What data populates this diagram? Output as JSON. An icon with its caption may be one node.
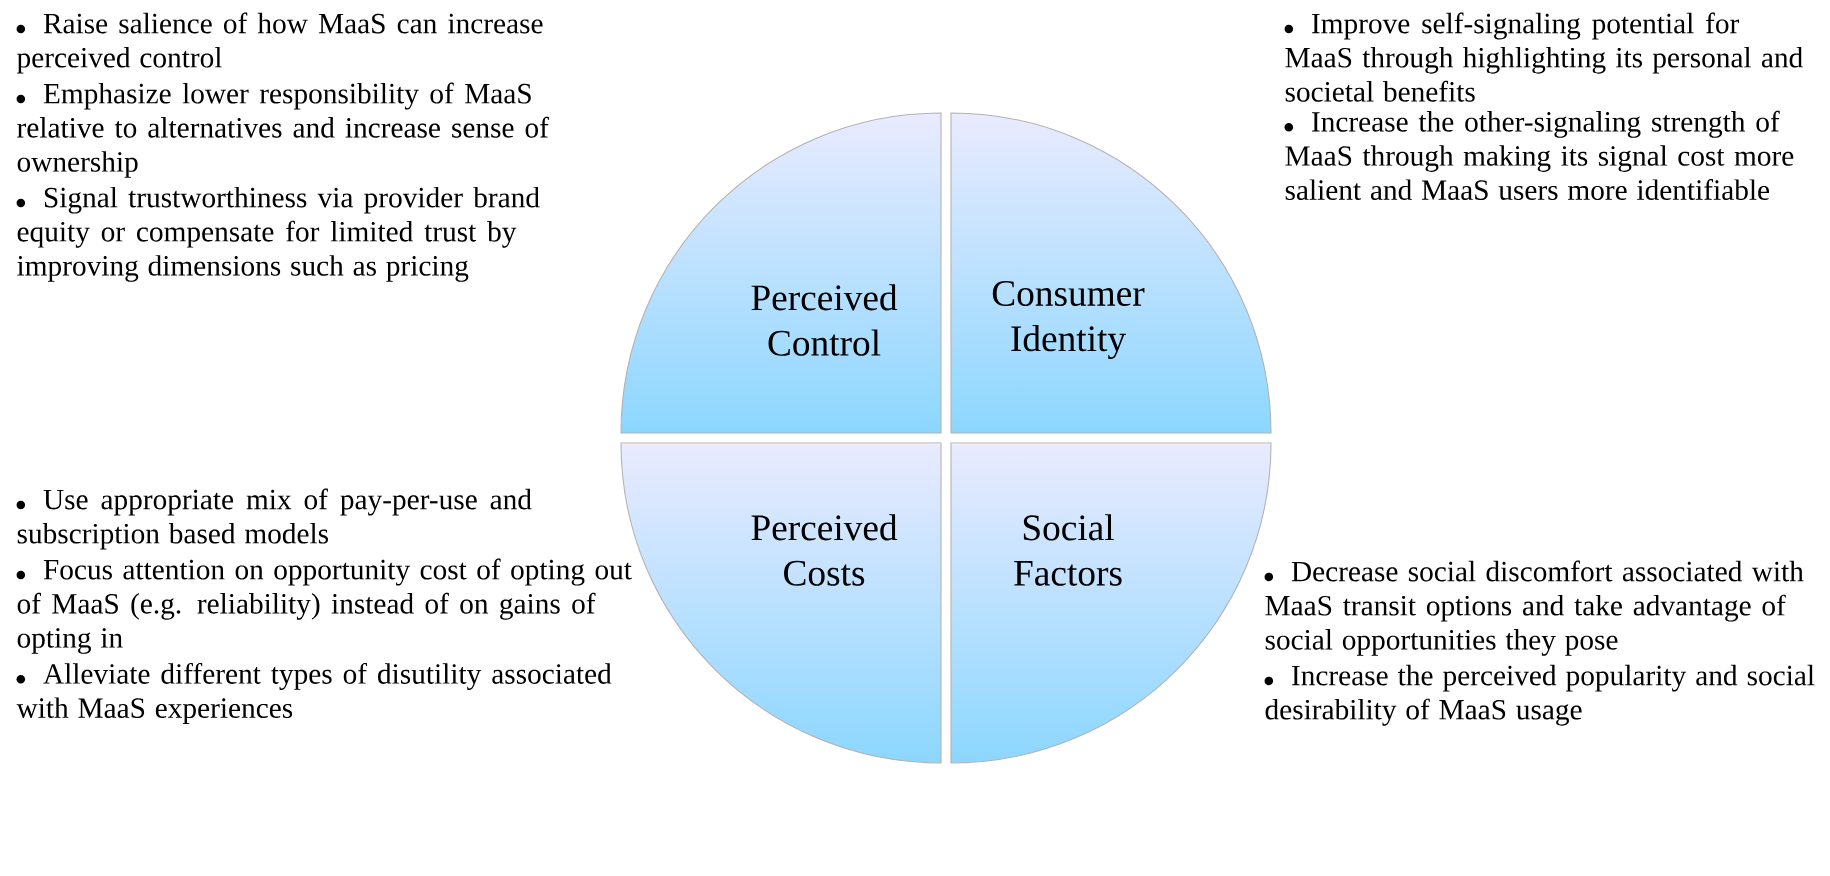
{
  "diagram": {
    "nodes": [
      {
        "text": [
          "Perceived Control"
        ],
        "beside": [
          "Raise salience of how MaaS can increase perceived control",
          "Emphasize lower responsibility of MaaS relative to alternatives and increase sense of ownership",
          "Signal trustworthiness via provider brand equity or compensate for limited trust by improving dimensions such as pricing"
        ]
      },
      {
        "text": [
          "Consumer Identity"
        ],
        "beside": [
          "Improve self-signaling potential for MaaS through highlighting its personal and societal benefits",
          "Increase the other-signaling strength of MaaS through making its signal cost more salient and MaaS users more identifiable"
        ]
      },
      {
        "text": [
          "Perceived Costs"
        ],
        "beside": [
          "Use appropriate mix of pay-per-use and subscription based models",
          "Focus attention on opportunity cost of opting out of MaaS (e.g. reliability) instead of on gains of opting in",
          "Alleviate different types of disutility associated with MaaS experiences"
        ]
      },
      {
        "text": [
          "Social Factors"
        ],
        "beside": [
          "Decrease social discomfort associated with MaaS transit options and take advantage of social opportunities they pose",
          "Increase the perceived popularity and social desirability of MaaS usage"
        ]
      }
    ]
  }
}
